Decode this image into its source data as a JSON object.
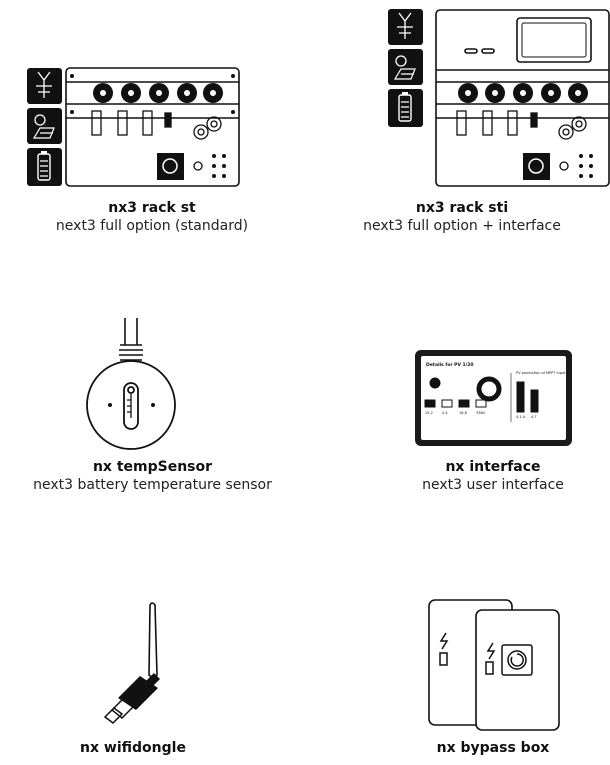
{
  "products": [
    {
      "name": "nx3 rack st",
      "description": "next3 full option (standard)"
    },
    {
      "name": "nx3 rack sti",
      "description": "next3 full option + interface"
    },
    {
      "name": "nx tempSensor",
      "description": "next3 battery temperature sensor"
    },
    {
      "name": "nx interface",
      "description": "next3 user interface"
    },
    {
      "name": "nx wifidongle",
      "description": ""
    },
    {
      "name": "nx bypass box",
      "description": ""
    }
  ],
  "screen": {
    "title": "Details for PV 1/20",
    "panel_title": "PV production of MPPT input",
    "values": [
      "15.2",
      "0.4",
      "16.8",
      "3384",
      "4.1 A",
      "4.7"
    ]
  },
  "colors": {
    "ink": "#111111",
    "paper": "#ffffff",
    "screen_bg": "#1a1a1a",
    "accent": "#e84b2a"
  }
}
